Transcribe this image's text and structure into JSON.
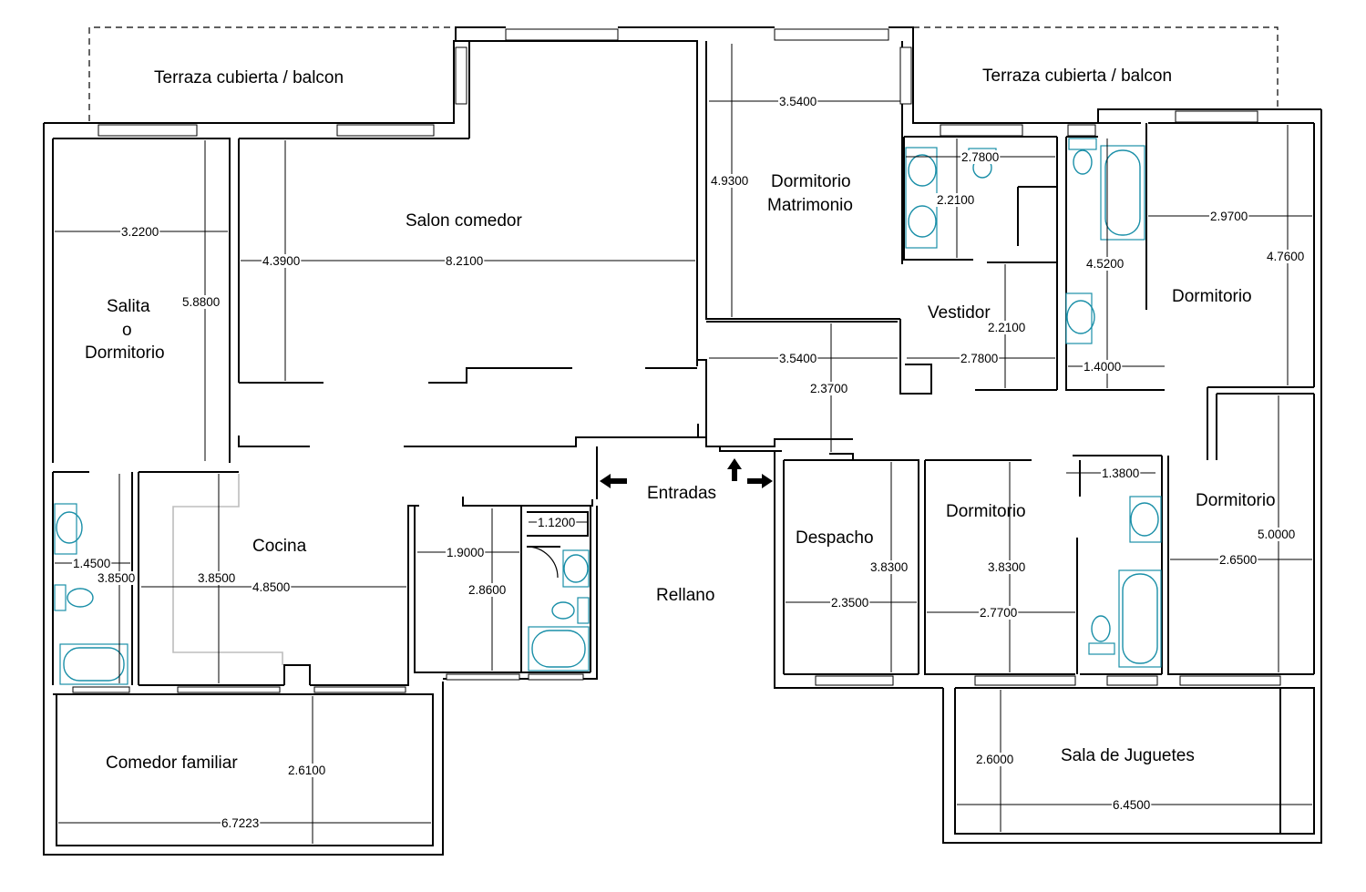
{
  "rooms": {
    "terraza_left": "Terraza cubierta / balcon",
    "terraza_right": "Terraza cubierta / balcon",
    "salon": "Salon comedor",
    "dormitorio_matrimonio_l1": "Dormitorio",
    "dormitorio_matrimonio_l2": "Matrimonio",
    "salita_l1": "Salita",
    "salita_l2": "o",
    "salita_l3": "Dormitorio",
    "vestidor": "Vestidor",
    "dormitorio_ne": "Dormitorio",
    "dormitorio_e": "Dormitorio",
    "dormitorio_c": "Dormitorio",
    "entradas": "Entradas",
    "rellano": "Rellano",
    "cocina": "Cocina",
    "despacho": "Despacho",
    "comedor_familiar": "Comedor familiar",
    "sala_juguetes": "Sala de Juguetes"
  },
  "dimensions": {
    "d_3_5400_top": "3.5400",
    "d_4_9300": "4.9300",
    "d_2_7800_top": "2.7800",
    "d_2_2100_top": "2.2100",
    "d_3_2200": "3.2200",
    "d_4_3900": "4.3900",
    "d_8_2100": "8.2100",
    "d_5_8800": "5.8800",
    "d_2_9700": "2.9700",
    "d_4_5200": "4.5200",
    "d_4_7600": "4.7600",
    "d_2_2100_mid": "2.2100",
    "d_3_5400_mid": "3.5400",
    "d_2_7800_mid": "2.7800",
    "d_1_4000": "1.4000",
    "d_2_3700": "2.3700",
    "d_1_3800": "1.3800",
    "d_1_1200": "1.1200",
    "d_1_9000": "1.9000",
    "d_2_8600": "2.8600",
    "d_1_4500": "1.4500",
    "d_3_8500_bath": "3.8500",
    "d_3_8500_kitchen": "3.8500",
    "d_4_8500": "4.8500",
    "d_3_8300_desp": "3.8300",
    "d_2_3500": "2.3500",
    "d_3_8300_dorm": "3.8300",
    "d_2_7700": "2.7700",
    "d_2_6500": "2.6500",
    "d_5_0000": "5.0000",
    "d_2_6100": "2.6100",
    "d_6_7223": "6.7223",
    "d_2_6000": "2.6000",
    "d_6_4500": "6.4500"
  },
  "colors": {
    "wall": "#000000",
    "fixture": "#1a8fa8",
    "counter": "#bdbdbd"
  }
}
